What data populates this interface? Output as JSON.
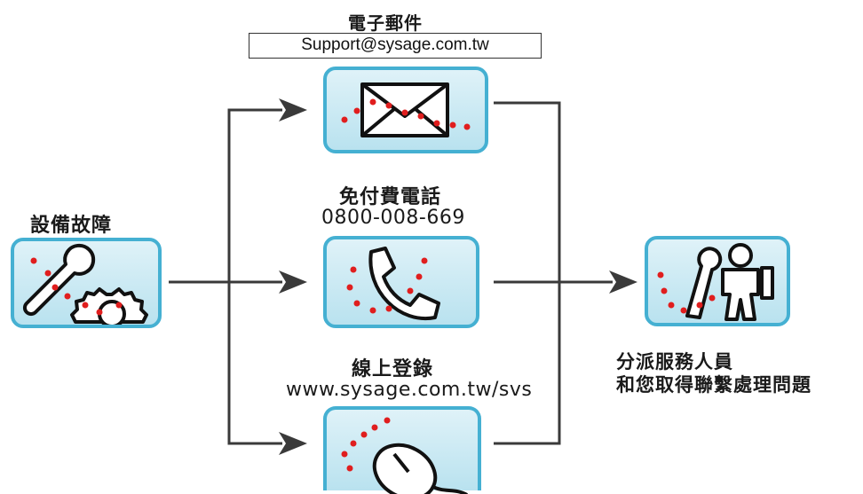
{
  "labels": {
    "equipment_failure": "設備故障",
    "email_title": "電子郵件",
    "email_address": "Support@sysage.com.tw",
    "phone_title": "免付費電話",
    "phone_number": "0800-008-669",
    "online_title": "線上登錄",
    "online_url": "www.sysage.com.tw/svs",
    "dispatch_line1": "分派服務人員",
    "dispatch_line2": "和您取得聯繫處理問題"
  },
  "icons": {
    "source": "wrench-gear-icon",
    "email": "envelope-icon",
    "phone": "telephone-handset-icon",
    "online": "computer-mouse-icon",
    "dispatch": "service-technician-icon"
  },
  "colors": {
    "tile_border": "#45b0d2",
    "tile_fill": "#cdeaf4",
    "arrow": "#3a3a3a",
    "dot": "#e01e1e"
  }
}
